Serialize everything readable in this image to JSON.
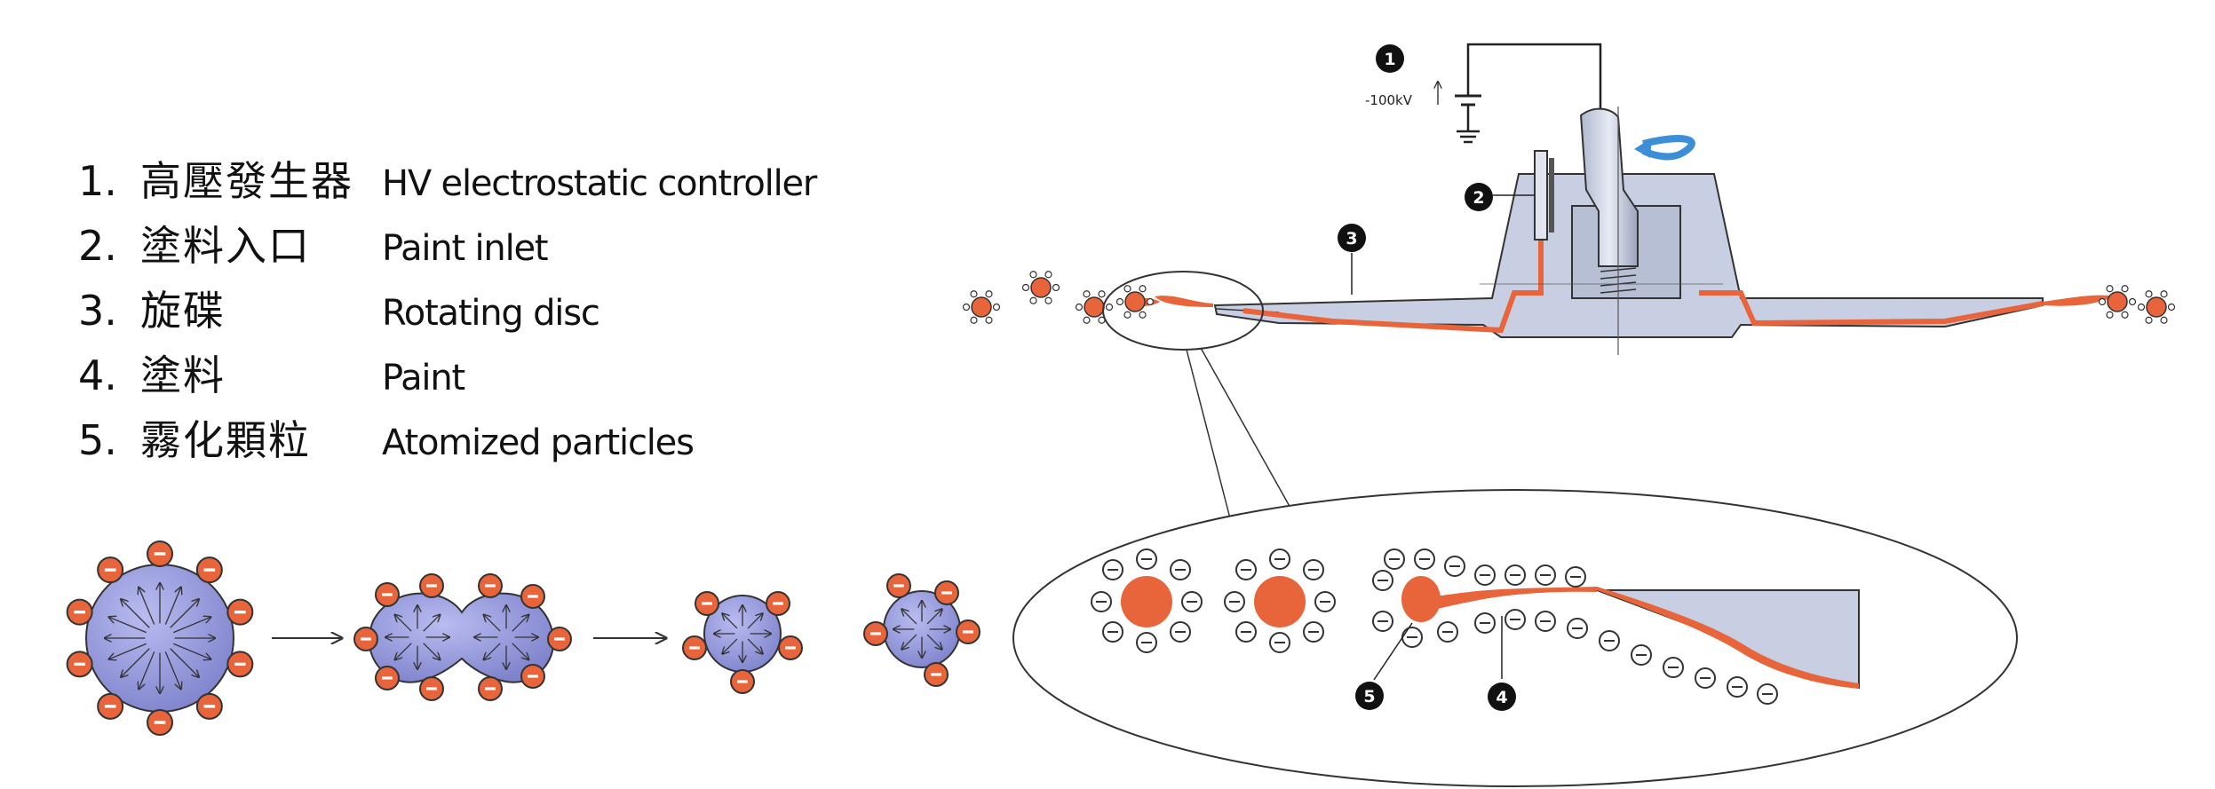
{
  "legend": [
    {
      "num": "1.",
      "zh": "高壓發生器",
      "en": "HV electrostatic controller"
    },
    {
      "num": "2.",
      "zh": "塗料入口",
      "en": "Paint inlet"
    },
    {
      "num": "3.",
      "zh": "旋碟",
      "en": "Rotating disc"
    },
    {
      "num": "4.",
      "zh": "塗料",
      "en": "Paint"
    },
    {
      "num": "5.",
      "zh": "霧化顆粒",
      "en": "Atomized particles"
    }
  ],
  "markers": {
    "m1": "1",
    "m2": "2",
    "m3": "3",
    "m4": "4",
    "m5": "5"
  },
  "voltage": "-100kV",
  "colors": {
    "paint": "#e8643a",
    "disc": "#c9cfe3",
    "droplet": "#8f93d6",
    "outline": "#333333",
    "rotation_arrow": "#3c8fd6"
  }
}
